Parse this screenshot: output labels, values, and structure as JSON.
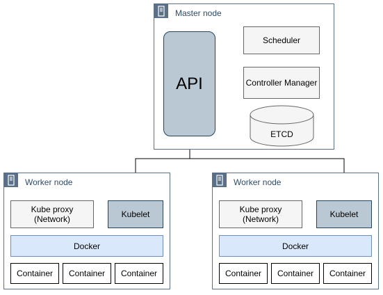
{
  "master": {
    "title": "Master node",
    "api_label": "API",
    "scheduler_label": "Scheduler",
    "controller_label": "Controller Manager",
    "etcd_label": "ETCD"
  },
  "workers": [
    {
      "title": "Worker node",
      "kube_proxy_label": "Kube proxy\n(Network)",
      "kubelet_label": "Kubelet",
      "docker_label": "Docker",
      "containers": [
        "Container",
        "Container",
        "Container"
      ]
    },
    {
      "title": "Worker node",
      "kube_proxy_label": "Kube proxy\n(Network)",
      "kubelet_label": "Kubelet",
      "docker_label": "Docker",
      "containers": [
        "Container",
        "Container",
        "Container"
      ]
    }
  ],
  "colors": {
    "group_border": "#5a6f88",
    "api_fill": "#bac8d3",
    "kubelet_fill": "#bac8d3",
    "docker_fill": "#dae8fc",
    "proxy_fill": "#f5f5f5"
  },
  "icons": {
    "group_icon": "server-icon"
  }
}
